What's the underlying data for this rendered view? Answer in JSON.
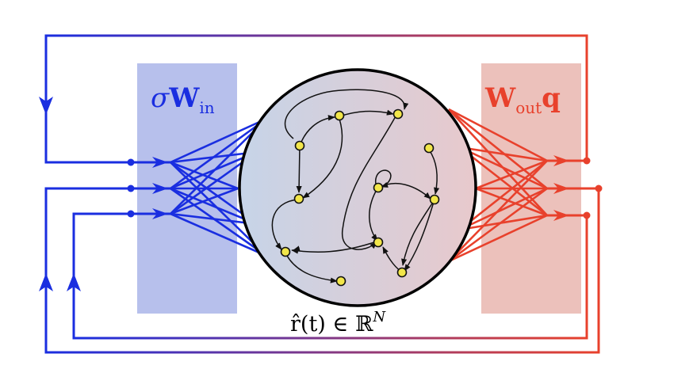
{
  "labels": {
    "input_sym": "σ",
    "input_mat": "W",
    "input_sub": "in",
    "output_mat": "W",
    "output_sub": "out",
    "output_vec": "q",
    "state_text": "r̂(t) ∈ ℝ",
    "state_sup": "N"
  },
  "colors": {
    "input": "#1a2ee0",
    "output": "#e8412c",
    "input_panel": "#b7c0ec",
    "output_panel": "#ecc1bb",
    "node": "#f2e64a",
    "reservoir_left": "#c6d4e8",
    "reservoir_right": "#e8c9cc"
  }
}
